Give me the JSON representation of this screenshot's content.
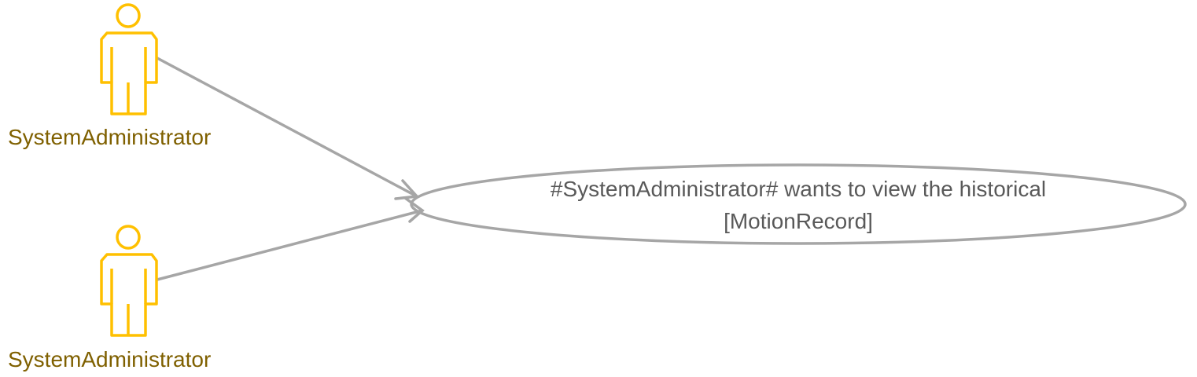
{
  "actors": [
    {
      "label": "SystemAdministrator",
      "icon": "actor-stick-figure-icon"
    },
    {
      "label": "SystemAdministrator",
      "icon": "actor-stick-figure-icon"
    }
  ],
  "use_case": {
    "line1": "#SystemAdministrator# wants to view the historical",
    "line2": "[MotionRecord]"
  },
  "colors": {
    "actor_stroke": "#FFC000",
    "actor_label": "#7F6000",
    "connector": "#A6A6A6",
    "use_case_text": "#595959"
  }
}
